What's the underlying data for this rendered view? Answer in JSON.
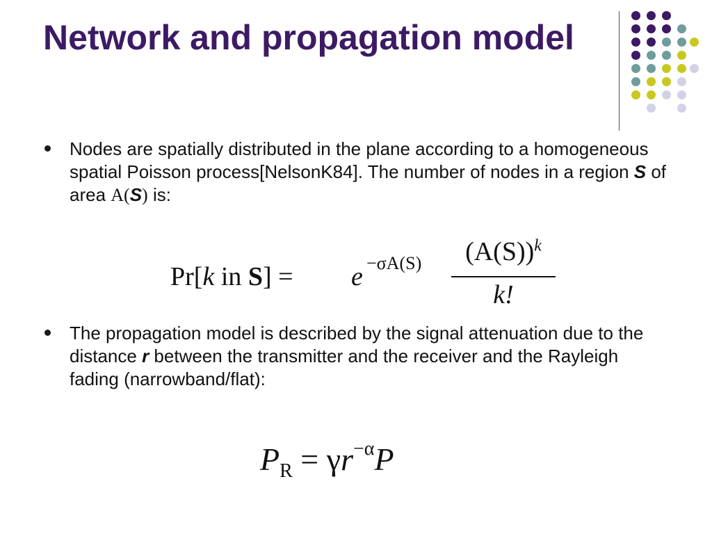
{
  "slide": {
    "title": "Network and propagation model"
  },
  "decor": {
    "dot_grid_icon": "decorative-dot-grid",
    "colors": {
      "purple": "#3c1a64",
      "teal": "#6f9c9c",
      "olive": "#c8c81e",
      "lavender": "#d2d2e6"
    }
  },
  "bullets": [
    {
      "text_before": "Nodes are spatially distributed in the plane according to a homogeneous spatial Poisson process[NelsonK84]. The number of nodes in a region ",
      "var_region": "S",
      "text_mid": " of area ",
      "area_func_open": "A(",
      "area_var": "S",
      "area_func_close": ")",
      "text_after": " is:"
    },
    {
      "text_before": "The propagation model is described by the signal attenuation due to the distance ",
      "var_distance": "r",
      "text_after": "  between the transmitter and the receiver and the Rayleigh fading (narrowband/flat):"
    }
  ],
  "formulas": {
    "poisson": {
      "lhs_pr": "Pr[",
      "lhs_k": "k",
      "lhs_in": " in ",
      "lhs_S": "S",
      "lhs_close": "] = ",
      "exp_base": "e",
      "exp_sup": "−σA(S)",
      "numerator": "(A(S))",
      "numerator_sup": "k",
      "denominator": "k!"
    },
    "received_power": {
      "P": "P",
      "P_sub": "R",
      "equals_gamma": " = γ",
      "r": "r",
      "r_sup": "−α",
      "P_end": "P"
    }
  }
}
